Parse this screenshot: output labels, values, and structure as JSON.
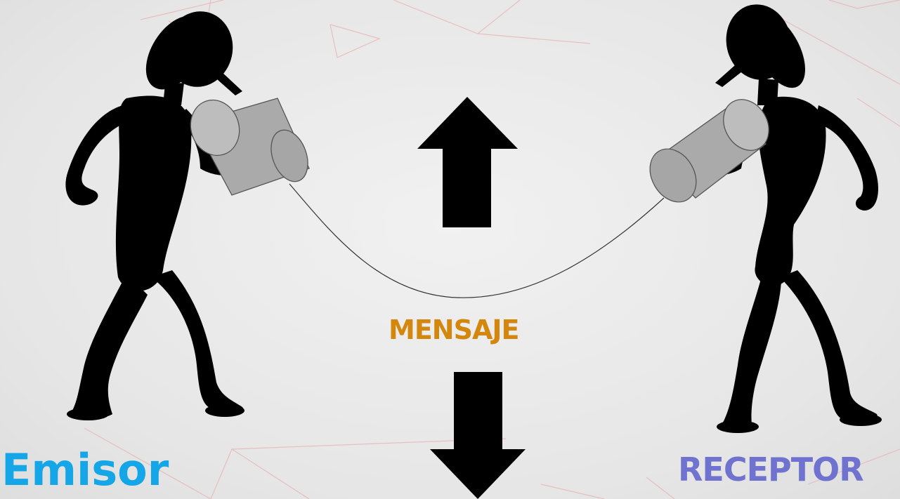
{
  "labels": {
    "sender": "Emisor",
    "message": "MENSAJE",
    "receiver": "RECEPTOR"
  },
  "colors": {
    "sender": "#14a6e6",
    "message": "#d4870d",
    "receiver": "#6f73cf",
    "figure": "#000000",
    "can": "#aaaaaa",
    "background": "#e9e9e9",
    "background_lines": "#e8b7b7"
  },
  "icons": {
    "sender_figure": "person-with-can-icon",
    "receiver_figure": "person-with-can-icon",
    "string": "string-line-icon",
    "arrow_up": "arrow-up-icon",
    "arrow_down": "arrow-down-icon"
  }
}
